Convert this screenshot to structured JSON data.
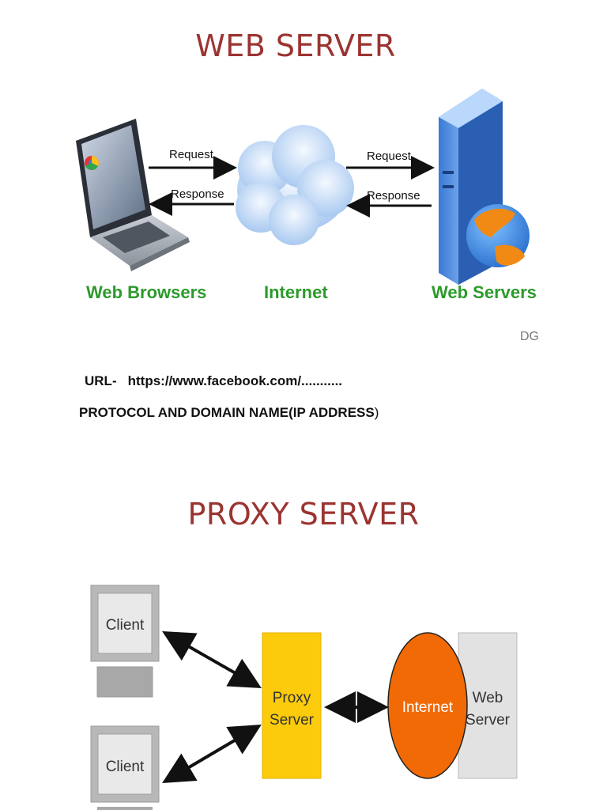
{
  "web_server": {
    "title": "WEB SERVER",
    "labels": {
      "browsers": "Web Browsers",
      "internet": "Internet",
      "servers": "Web Servers"
    },
    "arrows": {
      "request_left": "Request",
      "response_left": "Response",
      "request_right": "Request",
      "response_right": "Response"
    },
    "watermark": "DG"
  },
  "url_line": {
    "label": "URL-",
    "value": "https://www.facebook.com/..........."
  },
  "protocol_line": {
    "text": "PROTOCOL AND DOMAIN NAME(IP ADDRESS",
    "close_paren": ")"
  },
  "proxy_server": {
    "title": "PROXY SERVER",
    "client_top": "Client",
    "client_bottom": "Client",
    "proxy_line1": "Proxy",
    "proxy_line2": "Server",
    "internet": "Internet",
    "web_line1": "Web",
    "web_line2": "Server"
  },
  "colors": {
    "title": "#9b3431",
    "green_label": "#2b9a2b",
    "proxy_box": "#fccb0b",
    "internet_oval": "#f26a05",
    "client_box": "#b8b8b8"
  }
}
